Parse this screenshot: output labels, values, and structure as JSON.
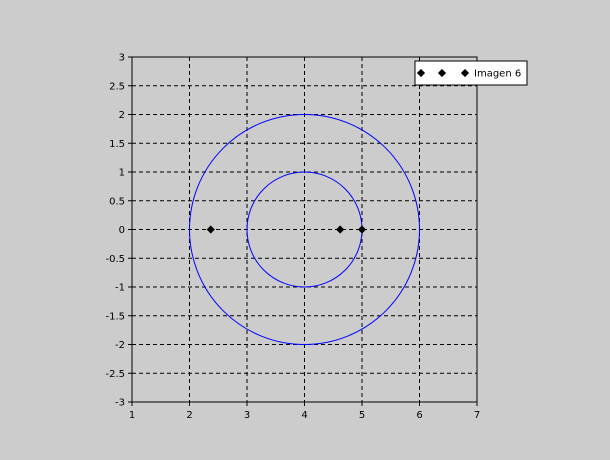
{
  "chart_data": {
    "type": "scatter",
    "title": "",
    "xlabel": "",
    "ylabel": "",
    "xlim": [
      1,
      7
    ],
    "ylim": [
      -3,
      3
    ],
    "xticks": [
      "1",
      "2",
      "3",
      "4",
      "5",
      "6",
      "7"
    ],
    "yticks": [
      "3",
      "2.5",
      "2",
      "1.5",
      "1",
      "0.5",
      "0",
      "-0.5",
      "-1",
      "-1.5",
      "-2",
      "-2.5",
      "-3"
    ],
    "grid": true,
    "legend_position": "top-right",
    "circles": [
      {
        "cx": 4,
        "cy": 0,
        "r": 2,
        "color": "#0000ff"
      },
      {
        "cx": 4,
        "cy": 0,
        "r": 1,
        "color": "#0000ff"
      }
    ],
    "series": [
      {
        "name": "Imagen 6",
        "marker": "diamond",
        "color": "#000000",
        "points": [
          {
            "x": 2.37,
            "y": 0
          },
          {
            "x": 4.62,
            "y": 0
          },
          {
            "x": 5.0,
            "y": 0
          }
        ]
      }
    ]
  }
}
